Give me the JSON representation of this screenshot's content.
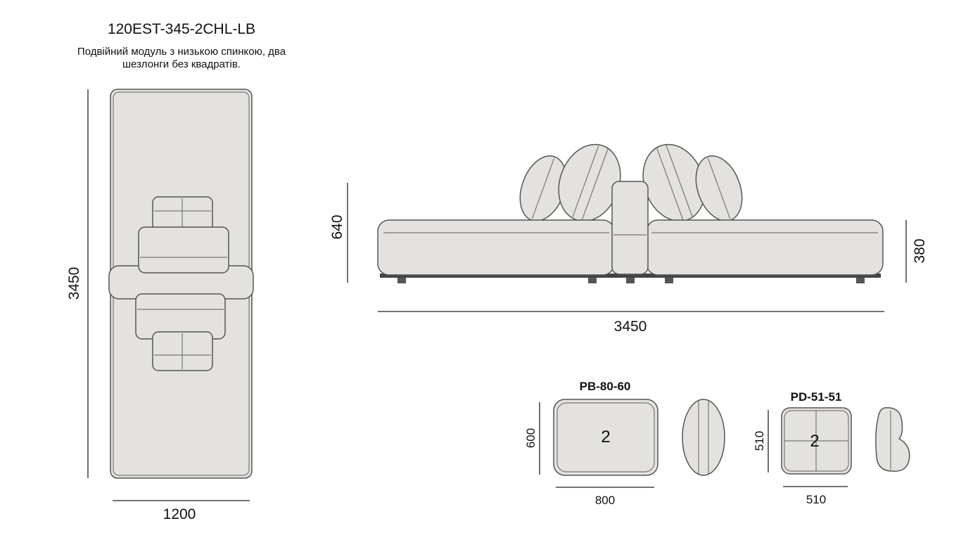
{
  "header": {
    "model_code": "120EST-345-2CHL-LB",
    "description_line1": "Подвійний модуль з низькою спинкою, два",
    "description_line2": "шезлонги без квадратів."
  },
  "top_view": {
    "length_label": "3450",
    "width_label": "1200"
  },
  "front_view": {
    "back_height_label": "640",
    "seat_height_label": "380",
    "length_label": "3450"
  },
  "pillows": [
    {
      "code": "PB-80-60",
      "quantity": "2",
      "height_label": "600",
      "width_label": "800"
    },
    {
      "code": "PD-51-51",
      "quantity": "2",
      "height_label": "510",
      "width_label": "510"
    }
  ]
}
